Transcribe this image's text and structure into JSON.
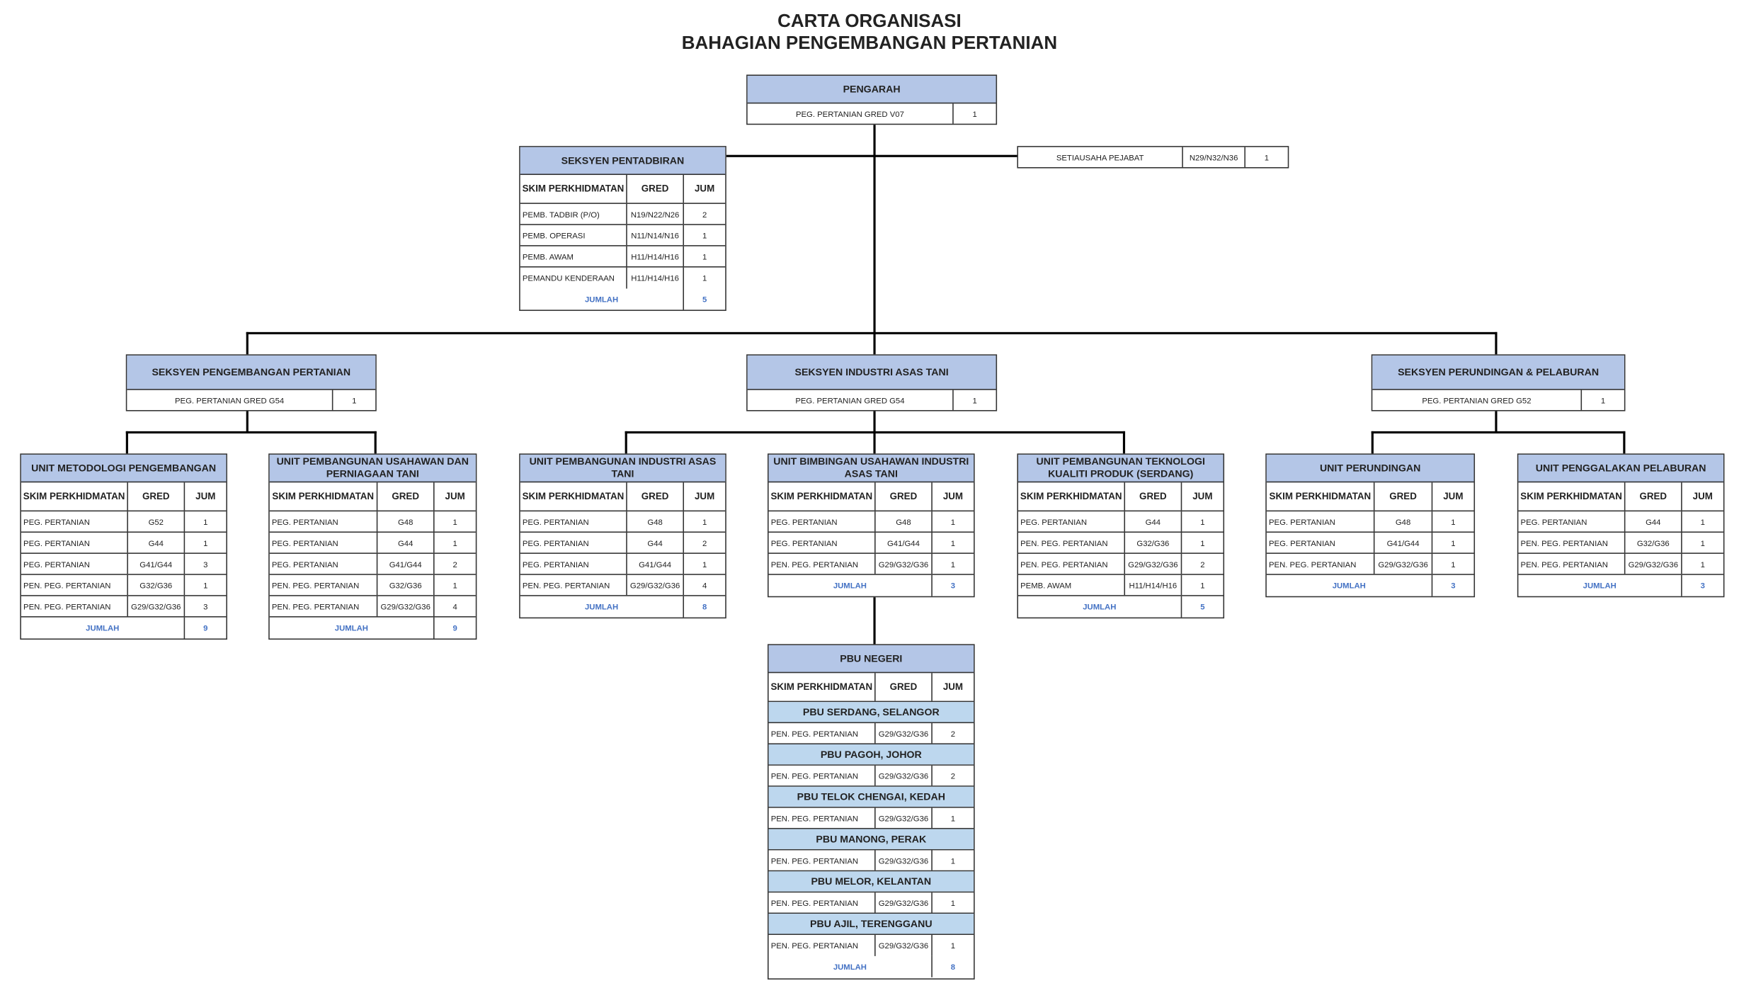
{
  "title": {
    "line1": "CARTA ORGANISASI",
    "line2": "BAHAGIAN PENGEMBANGAN PERTANIAN"
  },
  "col_headers": {
    "skim": "SKIM PERKHIDMATAN",
    "gred": "GRED",
    "jum": "JUM",
    "jumlah": "JUMLAH"
  },
  "pengarah": {
    "title": "PENGARAH",
    "post": "PEG. PERTANIAN GRED V07",
    "count": "1"
  },
  "setiausaha": {
    "post": "SETIAUSAHA PEJABAT",
    "grade": "N29/N32/N36",
    "count": "1"
  },
  "pentadbiran": {
    "title": "SEKSYEN PENTADBIRAN",
    "rows": [
      {
        "skim": "PEMB. TADBIR (P/O)",
        "gred": "N19/N22/N26",
        "jum": "2"
      },
      {
        "skim": "PEMB. OPERASI",
        "gred": "N11/N14/N16",
        "jum": "1"
      },
      {
        "skim": "PEMB. AWAM",
        "gred": "H11/H14/H16",
        "jum": "1"
      },
      {
        "skim": "PEMANDU KENDERAAN",
        "gred": "H11/H14/H16",
        "jum": "1"
      }
    ],
    "total": "5"
  },
  "seksyen": [
    {
      "title": "SEKSYEN PENGEMBANGAN PERTANIAN",
      "post": "PEG. PERTANIAN GRED G54",
      "count": "1"
    },
    {
      "title": "SEKSYEN INDUSTRI ASAS TANI",
      "post": "PEG. PERTANIAN GRED G54",
      "count": "1"
    },
    {
      "title": "SEKSYEN PERUNDINGAN & PELABURAN",
      "post": "PEG. PERTANIAN GRED G52",
      "count": "1"
    }
  ],
  "units": [
    {
      "title": "UNIT METODOLOGI PENGEMBANGAN",
      "rows": [
        {
          "skim": "PEG. PERTANIAN",
          "gred": "G52",
          "jum": "1"
        },
        {
          "skim": "PEG. PERTANIAN",
          "gred": "G44",
          "jum": "1"
        },
        {
          "skim": "PEG. PERTANIAN",
          "gred": "G41/G44",
          "jum": "3"
        },
        {
          "skim": "PEN. PEG. PERTANIAN",
          "gred": "G32/G36",
          "jum": "1"
        },
        {
          "skim": "PEN. PEG. PERTANIAN",
          "gred": "G29/G32/G36",
          "jum": "3"
        }
      ],
      "total": "9"
    },
    {
      "title": "UNIT PEMBANGUNAN USAHAWAN DAN PERNIAGAAN TANI",
      "rows": [
        {
          "skim": "PEG. PERTANIAN",
          "gred": "G48",
          "jum": "1"
        },
        {
          "skim": "PEG. PERTANIAN",
          "gred": "G44",
          "jum": "1"
        },
        {
          "skim": "PEG. PERTANIAN",
          "gred": "G41/G44",
          "jum": "2"
        },
        {
          "skim": "PEN. PEG. PERTANIAN",
          "gred": "G32/G36",
          "jum": "1"
        },
        {
          "skim": "PEN. PEG. PERTANIAN",
          "gred": "G29/G32/G36",
          "jum": "4"
        }
      ],
      "total": "9"
    },
    {
      "title": "UNIT PEMBANGUNAN INDUSTRI ASAS TANI",
      "rows": [
        {
          "skim": "PEG. PERTANIAN",
          "gred": "G48",
          "jum": "1"
        },
        {
          "skim": "PEG. PERTANIAN",
          "gred": "G44",
          "jum": "2"
        },
        {
          "skim": "PEG. PERTANIAN",
          "gred": "G41/G44",
          "jum": "1"
        },
        {
          "skim": "PEN. PEG. PERTANIAN",
          "gred": "G29/G32/G36",
          "jum": "4"
        }
      ],
      "total": "8"
    },
    {
      "title": "UNIT BIMBINGAN USAHAWAN INDUSTRI ASAS TANI",
      "rows": [
        {
          "skim": "PEG. PERTANIAN",
          "gred": "G48",
          "jum": "1"
        },
        {
          "skim": "PEG. PERTANIAN",
          "gred": "G41/G44",
          "jum": "1"
        },
        {
          "skim": "PEN. PEG. PERTANIAN",
          "gred": "G29/G32/G36",
          "jum": "1"
        }
      ],
      "total": "3"
    },
    {
      "title": "UNIT PEMBANGUNAN TEKNOLOGI KUALITI PRODUK (SERDANG)",
      "rows": [
        {
          "skim": "PEG. PERTANIAN",
          "gred": "G44",
          "jum": "1"
        },
        {
          "skim": "PEN. PEG. PERTANIAN",
          "gred": "G32/G36",
          "jum": "1"
        },
        {
          "skim": "PEN. PEG. PERTANIAN",
          "gred": "G29/G32/G36",
          "jum": "2"
        },
        {
          "skim": "PEMB. AWAM",
          "gred": "H11/H14/H16",
          "jum": "1"
        }
      ],
      "total": "5"
    },
    {
      "title": "UNIT PERUNDINGAN",
      "rows": [
        {
          "skim": "PEG. PERTANIAN",
          "gred": "G48",
          "jum": "1"
        },
        {
          "skim": "PEG. PERTANIAN",
          "gred": "G41/G44",
          "jum": "1"
        },
        {
          "skim": "PEN. PEG. PERTANIAN",
          "gred": "G29/G32/G36",
          "jum": "1"
        }
      ],
      "total": "3"
    },
    {
      "title": "UNIT PENGGALAKAN PELABURAN",
      "rows": [
        {
          "skim": "PEG. PERTANIAN",
          "gred": "G44",
          "jum": "1"
        },
        {
          "skim": "PEN. PEG. PERTANIAN",
          "gred": "G32/G36",
          "jum": "1"
        },
        {
          "skim": "PEN. PEG. PERTANIAN",
          "gred": "G29/G32/G36",
          "jum": "1"
        }
      ],
      "total": "3"
    }
  ],
  "pbu": {
    "title": "PBU NEGERI",
    "stations": [
      {
        "name": "PBU SERDANG, SELANGOR",
        "skim": "PEN. PEG. PERTANIAN",
        "gred": "G29/G32/G36",
        "jum": "2"
      },
      {
        "name": "PBU PAGOH, JOHOR",
        "skim": "PEN. PEG. PERTANIAN",
        "gred": "G29/G32/G36",
        "jum": "2"
      },
      {
        "name": "PBU TELOK CHENGAI, KEDAH",
        "skim": "PEN. PEG. PERTANIAN",
        "gred": "G29/G32/G36",
        "jum": "1"
      },
      {
        "name": "PBU MANONG, PERAK",
        "skim": "PEN. PEG. PERTANIAN",
        "gred": "G29/G32/G36",
        "jum": "1"
      },
      {
        "name": "PBU MELOR, KELANTAN",
        "skim": "PEN. PEG. PERTANIAN",
        "gred": "G29/G32/G36",
        "jum": "1"
      },
      {
        "name": "PBU AJIL, TERENGGANU",
        "skim": "PEN. PEG. PERTANIAN",
        "gred": "G29/G32/G36",
        "jum": "1"
      }
    ],
    "total": "8"
  },
  "colors": {
    "header": "#b4c6e7",
    "subheader": "#bdd7ee",
    "total_text": "#4472c4"
  }
}
